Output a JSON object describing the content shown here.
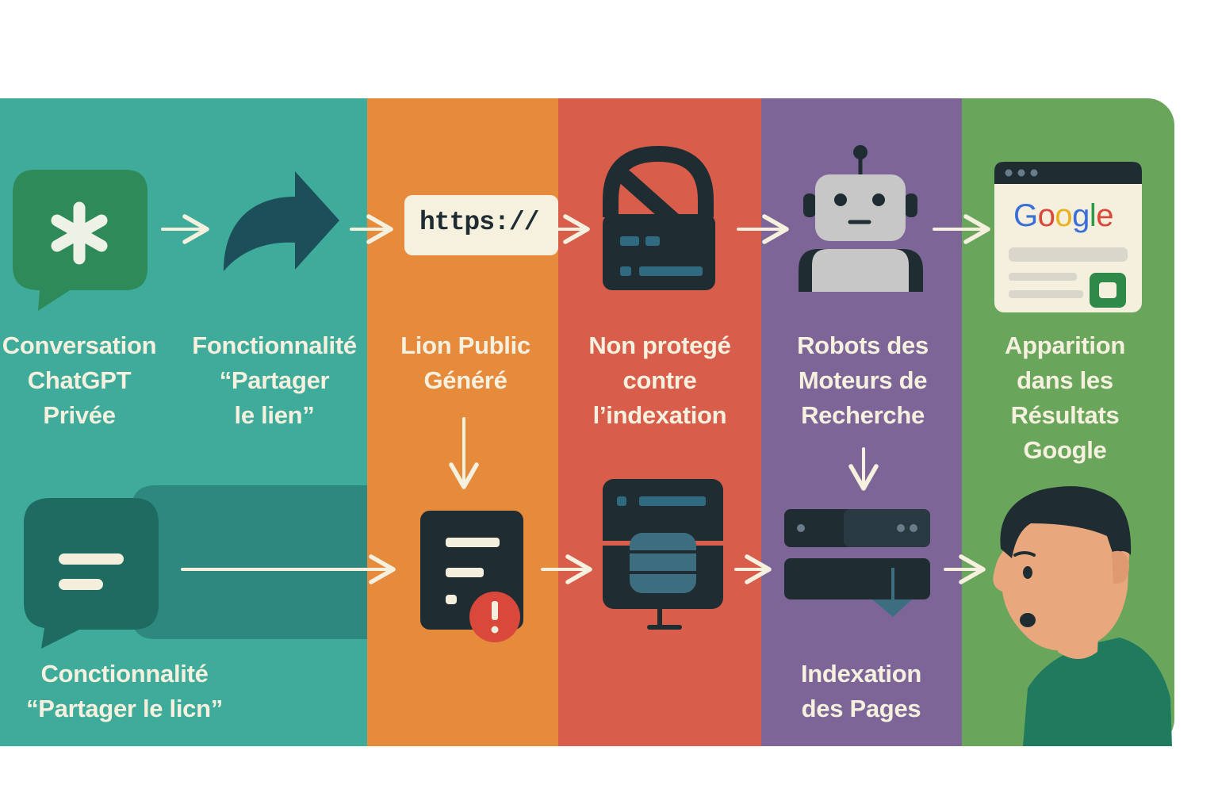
{
  "steps": [
    {
      "label": "Conversation\nChatGPT\nPrivée",
      "icon": "chat-asterisk-icon"
    },
    {
      "label": "Fonctionnalité\n“Partager\nle lien”",
      "icon": "share-arrow-icon"
    },
    {
      "label": "Lion Public\nGénéré",
      "icon": "url-bar-icon",
      "url": "https://"
    },
    {
      "label": "Non protegé\ncontre\nl’indexation",
      "icon": "blocked-lock-icon"
    },
    {
      "label": "Robots des\nMoteurs de\nRecherche",
      "icon": "robot-icon"
    },
    {
      "label": "Apparition\ndans les\nRésultats\nGoogle",
      "icon": "google-results-icon",
      "brand": "Google"
    }
  ],
  "bottom": [
    {
      "label": "Conctionnalité\n“Partager le licn”",
      "icon": "chat-lines-icon"
    },
    {
      "label": "",
      "icon": "document-warning-icon"
    },
    {
      "label": "",
      "icon": "server-monitor-icon"
    },
    {
      "label": "Indexation\ndes Pages",
      "icon": "server-stack-icon"
    },
    {
      "label": "",
      "icon": "surprised-person-icon"
    }
  ],
  "colors": {
    "panel_teal": "#3fab9b",
    "panel_orange": "#e68a3c",
    "panel_red": "#d95d4b",
    "panel_purple": "#7d6697",
    "panel_green": "#6aa55c",
    "label_text": "#f6f0df",
    "icon_dark": "#1f2d33"
  }
}
